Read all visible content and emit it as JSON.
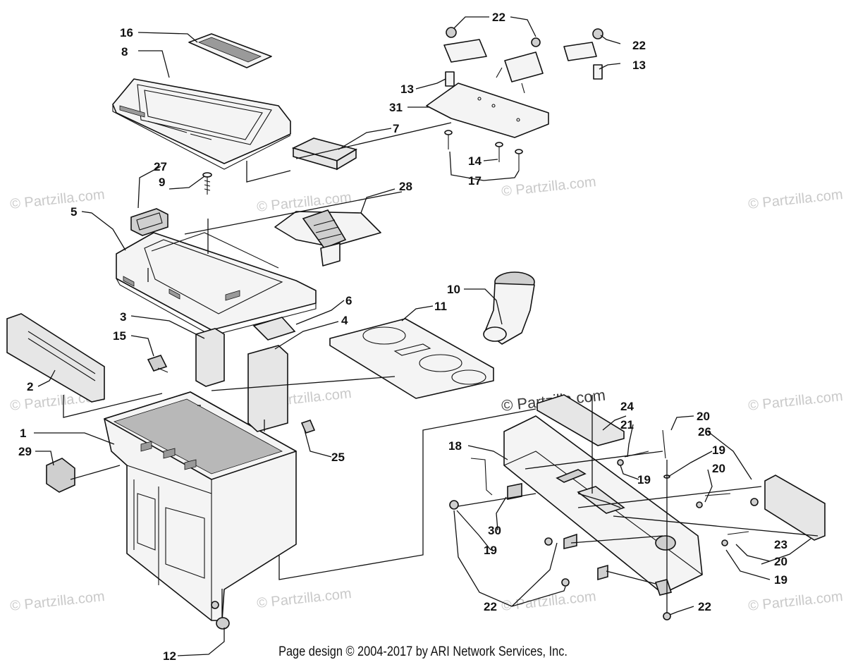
{
  "diagram": {
    "callouts": {
      "n1": "1",
      "n2": "2",
      "n3": "3",
      "n4": "4",
      "n5": "5",
      "n6": "6",
      "n7": "7",
      "n8": "8",
      "n9": "9",
      "n10": "10",
      "n11": "11",
      "n12": "12",
      "n13a": "13",
      "n13b": "13",
      "n14": "14",
      "n15": "15",
      "n16": "16",
      "n17": "17",
      "n18": "18",
      "n19a": "19",
      "n19b": "19",
      "n19c": "19",
      "n19d": "19",
      "n20a": "20",
      "n20b": "20",
      "n20c": "20",
      "n21": "21",
      "n22a": "22",
      "n22b": "22",
      "n22c": "22",
      "n22d": "22",
      "n23": "23",
      "n24": "24",
      "n25": "25",
      "n26": "26",
      "n27": "27",
      "n28": "28",
      "n29": "29",
      "n30": "30",
      "n31": "31"
    },
    "watermark": "© Partzilla.com"
  },
  "footer": {
    "credit": "Page design © 2004-2017 by ARI Network Services, Inc."
  }
}
